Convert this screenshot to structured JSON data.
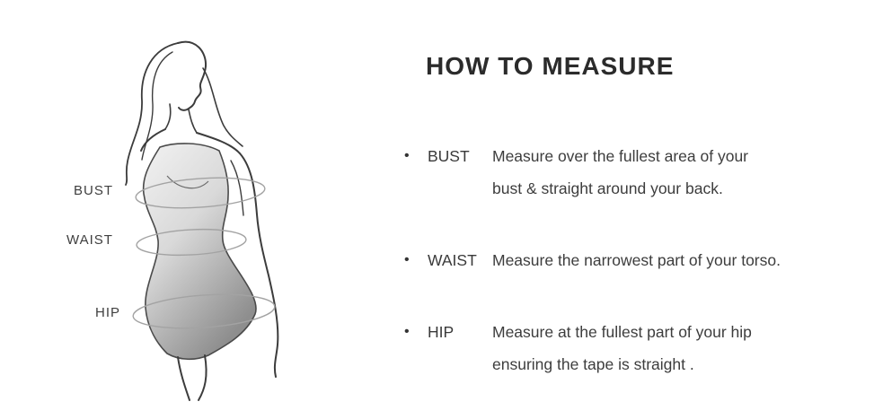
{
  "heading": {
    "text": "HOW TO MEASURE"
  },
  "figure": {
    "labels": {
      "bust": "BUST",
      "waist": "WAIST",
      "hip": "HIP"
    }
  },
  "instructions": {
    "items": [
      {
        "bullet": "•",
        "term": "BUST",
        "line1": "Measure over the fullest area of your",
        "line2": "bust & straight around your back."
      },
      {
        "bullet": "•",
        "term": "WAIST",
        "line1": "Measure the narrowest part of your torso.",
        "line2": ""
      },
      {
        "bullet": "•",
        "term": "HIP",
        "line1": "Measure at the fullest part of your hip",
        "line2": "ensuring the tape is straight ."
      }
    ]
  },
  "colors": {
    "text": "#3d3d3d",
    "heading": "#2b2b2b",
    "line_art": "#3c3c3c",
    "tape_ring": "#a3a3a3"
  }
}
